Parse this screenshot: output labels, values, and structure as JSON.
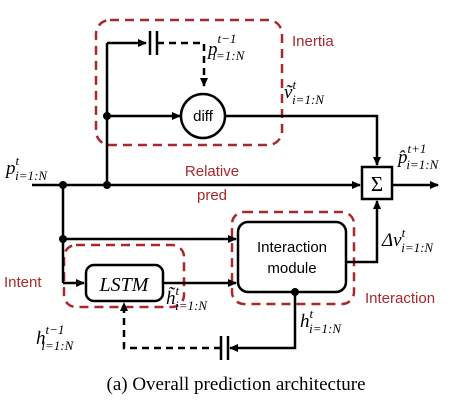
{
  "colors": {
    "accent": "#a8282c",
    "ink": "#000000"
  },
  "groups": {
    "inertia": "Inertia",
    "intent": "Intent",
    "interaction": "Interaction"
  },
  "blocks": {
    "diff": "diff",
    "lstm": "LSTM",
    "interaction_module_line1": "Interaction",
    "interaction_module_line2": "module",
    "sum": "Σ"
  },
  "edge_labels": {
    "relative_line1": "Relative",
    "relative_line2": "pred"
  },
  "math": {
    "p_in_base": "p",
    "p_in_sup": "t",
    "p_in_sub": "i=1:N",
    "p_prev_base": "p",
    "p_prev_sup": "t−1",
    "p_prev_sub": "i=1:N",
    "v_base": "ṽ",
    "v_sup": "t",
    "v_sub": "i=1:N",
    "p_out_base": "p̂",
    "p_out_sup": "t+1",
    "p_out_sub": "i=1:N",
    "dv_base": "Δv",
    "dv_sup": "t",
    "dv_sub": "i=1:N",
    "htilde_base": "h̃",
    "htilde_sup": "t",
    "htilde_sub": "i=1:N",
    "h_base": "h",
    "h_sup": "t",
    "h_sub": "i=1:N",
    "hprev_base": "h",
    "hprev_sup": "t−1",
    "hprev_sub": "i=1:N"
  },
  "caption": "(a) Overall prediction architecture"
}
